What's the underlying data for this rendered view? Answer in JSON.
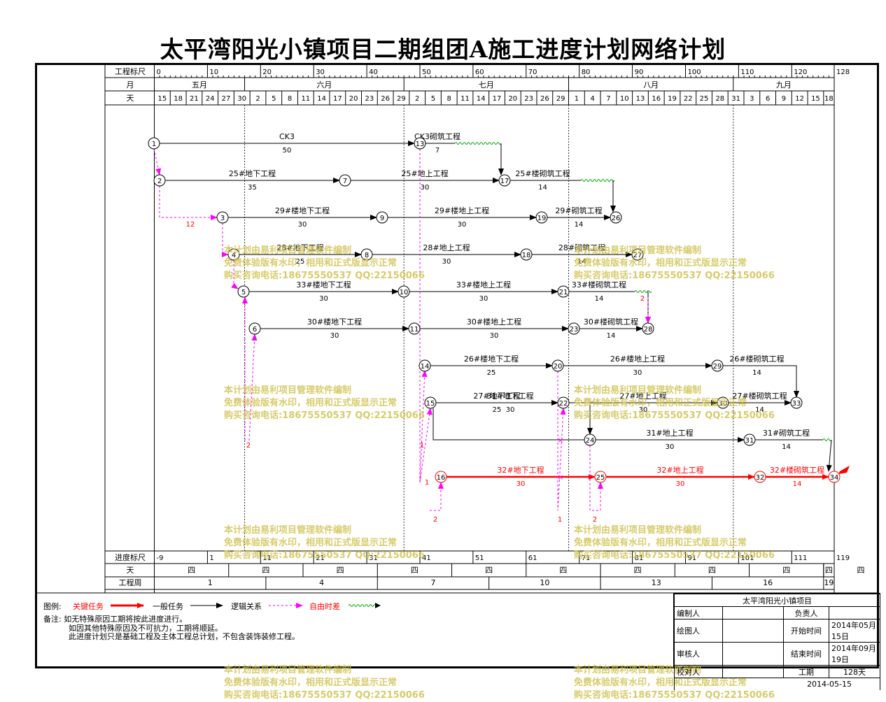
{
  "title": "太平湾阳光小镇项目二期组团A施工进度计划网络计划",
  "scale": {
    "ruler_label": "工程标尺",
    "ruler_ticks": [
      "0",
      "10",
      "20",
      "30",
      "40",
      "50",
      "60",
      "70",
      "80",
      "90",
      "100",
      "110",
      "120",
      "128"
    ],
    "month_label": "月",
    "months": [
      "五月",
      "六月",
      "七月",
      "八月",
      "九月"
    ],
    "day_label": "天",
    "days": [
      "15",
      "18",
      "21",
      "24",
      "27",
      "30",
      "2",
      "5",
      "8",
      "11",
      "14",
      "17",
      "20",
      "23",
      "26",
      "29",
      "2",
      "5",
      "8",
      "11",
      "14",
      "17",
      "20",
      "23",
      "26",
      "29",
      "1",
      "4",
      "7",
      "10",
      "13",
      "16",
      "19",
      "22",
      "25",
      "28",
      "31",
      "3",
      "6",
      "9",
      "12",
      "15",
      "18"
    ]
  },
  "bottom_scale": {
    "progress_label": "进度标尺",
    "progress_ticks": [
      "-9",
      "1",
      "11",
      "21",
      "31",
      "41",
      "51",
      "61",
      "71",
      "81",
      "91",
      "101",
      "111",
      "119"
    ],
    "day_label": "天",
    "weekdays": [
      "四",
      "四",
      "四",
      "四",
      "四",
      "四",
      "四",
      "四",
      "四",
      "四"
    ],
    "weekday_last": "四",
    "week_label": "工程周",
    "weeks": [
      "1",
      "4",
      "7",
      "10",
      "13",
      "16"
    ],
    "week_last": "19"
  },
  "nodes": [
    {
      "id": "1"
    },
    {
      "id": "2"
    },
    {
      "id": "3"
    },
    {
      "id": "4"
    },
    {
      "id": "5"
    },
    {
      "id": "6"
    },
    {
      "id": "7"
    },
    {
      "id": "8"
    },
    {
      "id": "9"
    },
    {
      "id": "10"
    },
    {
      "id": "11"
    },
    {
      "id": "13"
    },
    {
      "id": "14"
    },
    {
      "id": "15"
    },
    {
      "id": "16"
    },
    {
      "id": "17"
    },
    {
      "id": "18"
    },
    {
      "id": "19"
    },
    {
      "id": "20"
    },
    {
      "id": "21"
    },
    {
      "id": "22"
    },
    {
      "id": "23"
    },
    {
      "id": "24"
    },
    {
      "id": "25"
    },
    {
      "id": "26"
    },
    {
      "id": "27"
    },
    {
      "id": "28"
    },
    {
      "id": "29"
    },
    {
      "id": "30"
    },
    {
      "id": "31"
    },
    {
      "id": "32"
    },
    {
      "id": "33"
    },
    {
      "id": "34"
    }
  ],
  "tasks": [
    {
      "from": "1",
      "to": "13",
      "name": "CK3",
      "duration": "50",
      "critical": false
    },
    {
      "from": "13",
      "to": "17",
      "name": "CK3砌筑工程",
      "duration": "7",
      "critical": false,
      "float": true
    },
    {
      "from": "2",
      "to": "7",
      "name": "25#地下工程",
      "duration": "35",
      "critical": false
    },
    {
      "from": "7",
      "to": "17",
      "name": "25#地上工程",
      "duration": "30",
      "critical": false
    },
    {
      "from": "17",
      "to": "26",
      "name": "25#楼砌筑工程",
      "duration": "14",
      "critical": false,
      "float": true
    },
    {
      "from": "3",
      "to": "9",
      "name": "29#楼地下工程",
      "duration": "30",
      "critical": false
    },
    {
      "from": "9",
      "to": "19",
      "name": "29#楼地上工程",
      "duration": "30",
      "critical": false
    },
    {
      "from": "19",
      "to": "26",
      "name": "29#砌筑工程",
      "duration": "14",
      "critical": false
    },
    {
      "from": "4",
      "to": "8",
      "name": "28#地下工程",
      "duration": "25",
      "critical": false
    },
    {
      "from": "8",
      "to": "18",
      "name": "28#地上工程",
      "duration": "30",
      "critical": false
    },
    {
      "from": "18",
      "to": "27",
      "name": "28#砌筑工程",
      "duration": "14",
      "critical": false
    },
    {
      "from": "5",
      "to": "10",
      "name": "33#楼地下工程",
      "duration": "30",
      "critical": false
    },
    {
      "from": "10",
      "to": "21",
      "name": "33#楼地上工程",
      "duration": "30",
      "critical": false
    },
    {
      "from": "21",
      "to": "28",
      "name": "33#楼砌筑工程",
      "duration": "14",
      "critical": false,
      "float": true
    },
    {
      "from": "6",
      "to": "11",
      "name": "30#楼地下工程",
      "duration": "30",
      "critical": false
    },
    {
      "from": "11",
      "to": "23",
      "name": "30#楼地上工程",
      "duration": "30",
      "critical": false
    },
    {
      "from": "23",
      "to": "28",
      "name": "30#楼砌筑工程",
      "duration": "14",
      "critical": false
    },
    {
      "from": "14",
      "to": "20",
      "name": "26#楼地下工程",
      "duration": "25",
      "critical": false
    },
    {
      "from": "20",
      "to": "29",
      "name": "26#楼地上工程",
      "duration": "30",
      "critical": false
    },
    {
      "from": "29",
      "to": "33",
      "name": "26#楼砌筑工程",
      "duration": "14",
      "critical": false
    },
    {
      "from": "15",
      "to": "22",
      "name": "27#地下工程",
      "duration": "25",
      "critical": false
    },
    {
      "from": "22",
      "to": "30",
      "name": "27#地上工程",
      "duration": "30",
      "critical": false
    },
    {
      "from": "30",
      "to": "33",
      "name": "27#楼砌筑工程",
      "duration": "14",
      "critical": false
    },
    {
      "from": "15",
      "to": "24",
      "name": "31#地下工程",
      "duration": "30",
      "critical": false
    },
    {
      "from": "24",
      "to": "31",
      "name": "31#地上工程",
      "duration": "30",
      "critical": false
    },
    {
      "from": "31",
      "to": "34",
      "name": "31#砌筑工程",
      "duration": "14",
      "critical": false,
      "float": true
    },
    {
      "from": "16",
      "to": "25",
      "name": "32#地下工程",
      "duration": "30",
      "critical": true
    },
    {
      "from": "25",
      "to": "32",
      "name": "32#地上工程",
      "duration": "30",
      "critical": true
    },
    {
      "from": "32",
      "to": "34",
      "name": "32#楼砌筑工程",
      "duration": "14",
      "critical": true
    }
  ],
  "lag_labels": [
    "12",
    "2",
    "2",
    "1",
    "1",
    "2",
    "1",
    "2"
  ],
  "legend": {
    "label": "图例:",
    "critical": "关键任务",
    "general": "一般任务",
    "logic": "逻辑关系",
    "free_float": "自由时差"
  },
  "notes": {
    "label": "备注:",
    "lines": [
      "如无特殊原因工期将按此进度进行。",
      "如因其他特殊原因及不可抗力，工期将顺延。",
      "此进度计划只是基础工程及主体工程总计划，不包含装饰装修工程。"
    ]
  },
  "info": {
    "project": "太平湾阳光小镇项目",
    "prepared_by": "编制人",
    "responsible": "负责人",
    "drawn_by": "绘图人",
    "start_label": "开始时间",
    "start": "2014年05月15日",
    "reviewed_by": "审核人",
    "end_label": "结束时间",
    "end": "2014年09月19日",
    "checked_by": "校对人",
    "duration_label": "工期",
    "duration": "128天",
    "date": "2014-05-15"
  },
  "watermark": {
    "line1": "本计划由易利项目管理软件编制",
    "line2": "免费体验版有水印，相用和正式版显示正常",
    "line3": "购买咨询电话:18675550537 QQ:22150066"
  },
  "colors": {
    "critical": "#ff0000",
    "general": "#000000",
    "logic": "#ff00ff",
    "float": "#00aa00",
    "watermark": "#cdbe46"
  }
}
